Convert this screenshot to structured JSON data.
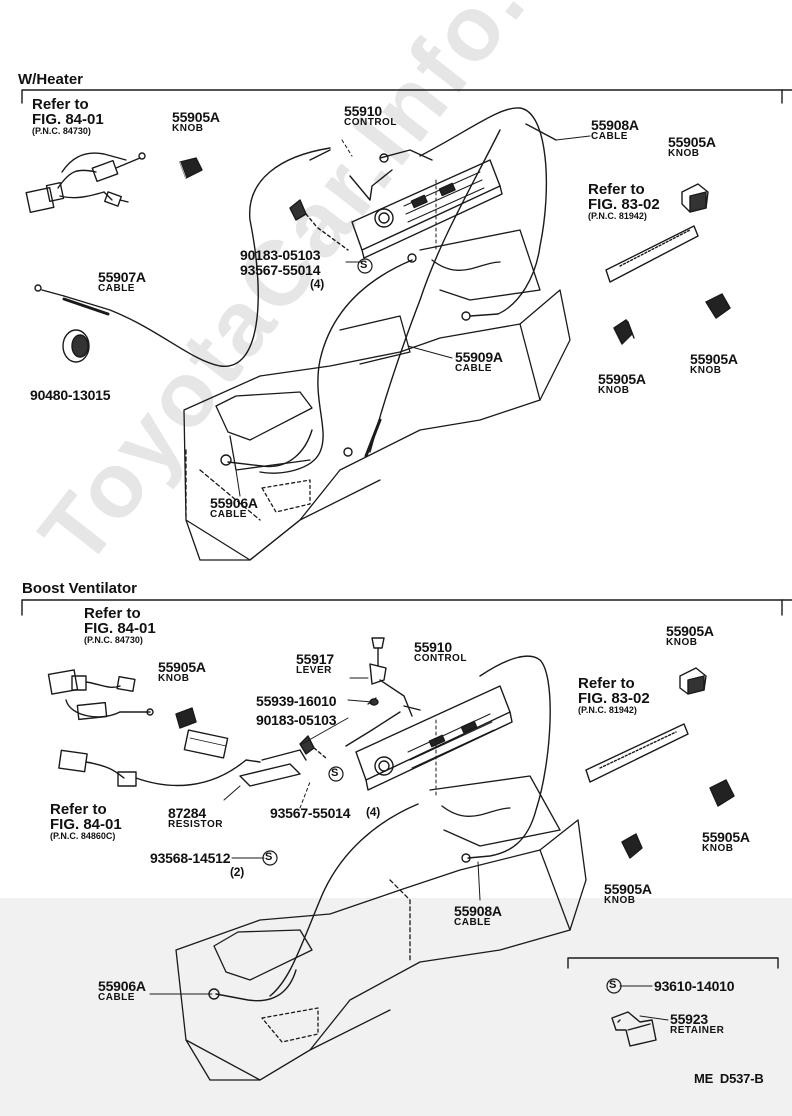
{
  "sections": {
    "heater": "W/Heater",
    "boost": "Boost Ventilator"
  },
  "watermark": "ToyotaCar.Info.ru",
  "drawing_code": "ME  D537-B",
  "heater": {
    "ref_a": {
      "line1": "Refer to",
      "line2": "FIG. 84-01",
      "line3": "(P.N.C. 84730)"
    },
    "ref_b": {
      "line1": "Refer to",
      "line2": "FIG. 83-02",
      "line3": "(P.N.C. 81942)"
    },
    "p55910": {
      "no": "55910",
      "name": "CONTROL"
    },
    "p55905a_1": {
      "no": "55905A",
      "name": "KNOB"
    },
    "p55905a_2": {
      "no": "55905A",
      "name": "KNOB"
    },
    "p55905a_3": {
      "no": "55905A",
      "name": "KNOB"
    },
    "p55905a_4": {
      "no": "55905A",
      "name": "KNOB"
    },
    "p55908a": {
      "no": "55908A",
      "name": "CABLE"
    },
    "p55907a": {
      "no": "55907A",
      "name": "CABLE"
    },
    "p55909a": {
      "no": "55909A",
      "name": "CABLE"
    },
    "p55906a": {
      "no": "55906A",
      "name": "CABLE"
    },
    "p90183": {
      "no": "90183-05103"
    },
    "p93567": {
      "no": "93567-55014",
      "qty": "(4)",
      "mark": "S"
    },
    "p90480": {
      "no": "90480-13015"
    }
  },
  "boost": {
    "ref_a": {
      "line1": "Refer to",
      "line2": "FIG. 84-01",
      "line3": "(P.N.C. 84730)"
    },
    "ref_b": {
      "line1": "Refer to",
      "line2": "FIG. 83-02",
      "line3": "(P.N.C. 81942)"
    },
    "ref_c": {
      "line1": "Refer to",
      "line2": "FIG. 84-01",
      "line3": "(P.N.C. 84860C)"
    },
    "p55917": {
      "no": "55917",
      "name": "LEVER"
    },
    "p55910": {
      "no": "55910",
      "name": "CONTROL"
    },
    "p55905a_1": {
      "no": "55905A",
      "name": "KNOB"
    },
    "p55905a_2": {
      "no": "55905A",
      "name": "KNOB"
    },
    "p55905a_3": {
      "no": "55905A",
      "name": "KNOB"
    },
    "p55905a_4": {
      "no": "55905A",
      "name": "KNOB"
    },
    "p55939": {
      "no": "55939-16010"
    },
    "p90183": {
      "no": "90183-05103"
    },
    "p87284": {
      "no": "87284",
      "name": "RESISTOR"
    },
    "p93567": {
      "no": "93567-55014",
      "qty": "(4)",
      "mark": "S"
    },
    "p93568": {
      "no": "93568-14512",
      "qty": "(2)",
      "mark": "S"
    },
    "p55908a": {
      "no": "55908A",
      "name": "CABLE"
    },
    "p55906a": {
      "no": "55906A",
      "name": "CABLE"
    },
    "p93610": {
      "no": "93610-14010",
      "mark": "S"
    },
    "p55923": {
      "no": "55923",
      "name": "RETAINER"
    }
  }
}
